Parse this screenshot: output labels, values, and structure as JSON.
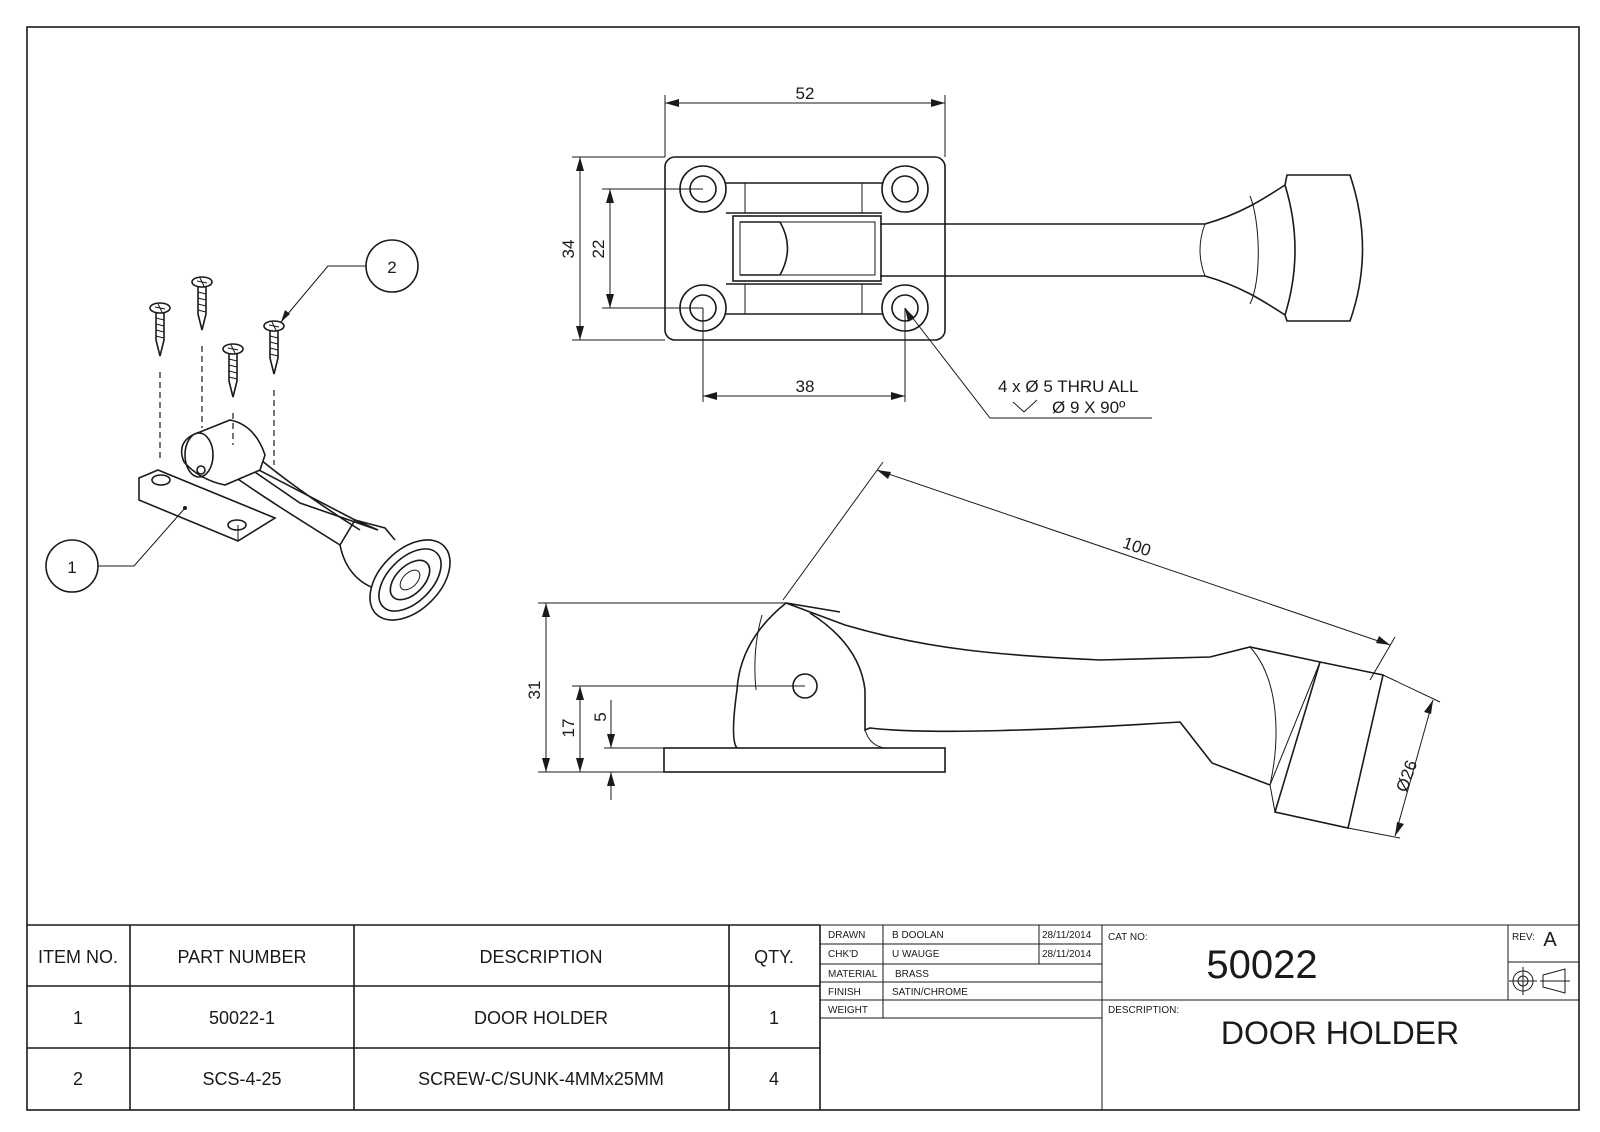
{
  "dimensions": {
    "width_top": "52",
    "height_outer": "34",
    "height_inner": "22",
    "hole_spacing": "38",
    "hole_note_line1": "4 x Ø 5 THRU ALL",
    "hole_note_line2": "Ø 9 X 90º",
    "length_overall": "100",
    "height_overall": "31",
    "pivot_height": "17",
    "base_thickness": "5",
    "foot_diameter": "Ø26"
  },
  "balloons": {
    "item1": "1",
    "item2": "2"
  },
  "bom": {
    "headers": [
      "ITEM NO.",
      "PART NUMBER",
      "DESCRIPTION",
      "QTY."
    ],
    "rows": [
      [
        "1",
        "50022-1",
        "DOOR HOLDER",
        "1"
      ],
      [
        "2",
        "SCS-4-25",
        "SCREW-C/SUNK-4MMx25MM",
        "4"
      ]
    ]
  },
  "title_block": {
    "drawn_label": "DRAWN",
    "drawn_name": "B DOOLAN",
    "drawn_date": "28/11/2014",
    "checked_label": "CHK'D",
    "checked_name": "U WAUGE",
    "checked_date": "28/11/2014",
    "material_label": "MATERIAL",
    "material_value": "BRASS",
    "finish_label": "FINISH",
    "finish_value": "SATIN/CHROME",
    "weight_label": "WEIGHT",
    "weight_value": "",
    "cat_no_label": "CAT NO:",
    "cat_no": "50022",
    "rev_label": "REV:",
    "rev": "A",
    "description_label": "DESCRIPTION:",
    "description": "DOOR HOLDER",
    "projection_symbol": "third-angle-projection-icon"
  }
}
